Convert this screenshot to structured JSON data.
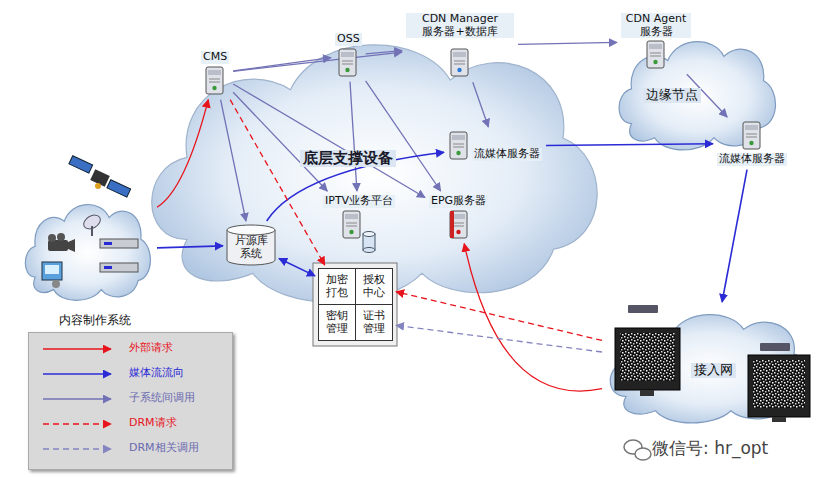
{
  "diagram": {
    "nodes": [
      {
        "text": [
          "底层支撑设备"
        ]
      },
      {
        "text": [
          "CMS"
        ],
        "in": 0
      },
      {
        "text": [
          "OSS"
        ],
        "in": 0
      },
      {
        "text": [
          "CDN Manager 服务器+数据库"
        ],
        "in": 0
      },
      {
        "text": [
          "流媒体服务器"
        ],
        "in": 0
      },
      {
        "text": [
          "IPTV业务平台"
        ],
        "in": 0
      },
      {
        "text": [
          "EPG服务器"
        ],
        "in": 0
      },
      {
        "text": [
          "片源库系统"
        ],
        "in": 0
      },
      {
        "text": [
          "加密打包"
        ]
      },
      {
        "text": [
          "授权中心"
        ]
      },
      {
        "text": [
          "密钥管理"
        ]
      },
      {
        "text": [
          "证书管理"
        ]
      },
      {
        "text": [
          "边缘节点"
        ]
      },
      {
        "text": [
          "CDN Agent 服务器"
        ],
        "in": 12
      },
      {
        "text": [
          "流媒体服务器"
        ],
        "in": 12
      },
      {
        "text": [
          "内容制作系统"
        ]
      },
      {
        "text": [
          "接入网"
        ]
      }
    ],
    "edges": [
      {
        "from": 15,
        "to": 1,
        "arrow": "to"
      },
      {
        "from": 15,
        "to": 7,
        "arrow": "to"
      },
      {
        "from": 1,
        "to": 2,
        "arrow": "to"
      },
      {
        "from": 1,
        "to": 3,
        "arrow": "to"
      },
      {
        "from": 1,
        "to": 7,
        "arrow": "to"
      },
      {
        "from": 1,
        "to": 5,
        "arrow": "to"
      },
      {
        "from": 1,
        "to": 6,
        "arrow": "to"
      },
      {
        "from": 2,
        "to": 3,
        "arrow": "to"
      },
      {
        "from": 2,
        "to": 5,
        "arrow": "to"
      },
      {
        "from": 2,
        "to": 6,
        "arrow": "to"
      },
      {
        "from": 3,
        "to": 4,
        "arrow": "to"
      },
      {
        "from": 3,
        "to": 13,
        "arrow": "to"
      },
      {
        "from": 13,
        "to": 14,
        "arrow": "to"
      },
      {
        "from": 7,
        "to": 4,
        "arrow": "to"
      },
      {
        "from": 4,
        "to": 14,
        "arrow": "to"
      },
      {
        "from": 7,
        "to": 8,
        "arrow": "both"
      },
      {
        "from": 1,
        "to": 8,
        "arrow": "to"
      },
      {
        "from": 16,
        "to": 6,
        "arrow": "to"
      },
      {
        "from": 16,
        "to": 9,
        "arrow": "to"
      },
      {
        "from": 16,
        "to": 11,
        "arrow": "to"
      },
      {
        "from": 14,
        "to": 16,
        "arrow": "to"
      }
    ],
    "labels": [
      "微信号: hr_opt"
    ],
    "legend": [
      {
        "text": "外部请求"
      },
      {
        "text": "媒体流流向"
      },
      {
        "text": "子系统间调用"
      },
      {
        "text": "DRM请求"
      },
      {
        "text": "DRM相关调用"
      }
    ]
  }
}
